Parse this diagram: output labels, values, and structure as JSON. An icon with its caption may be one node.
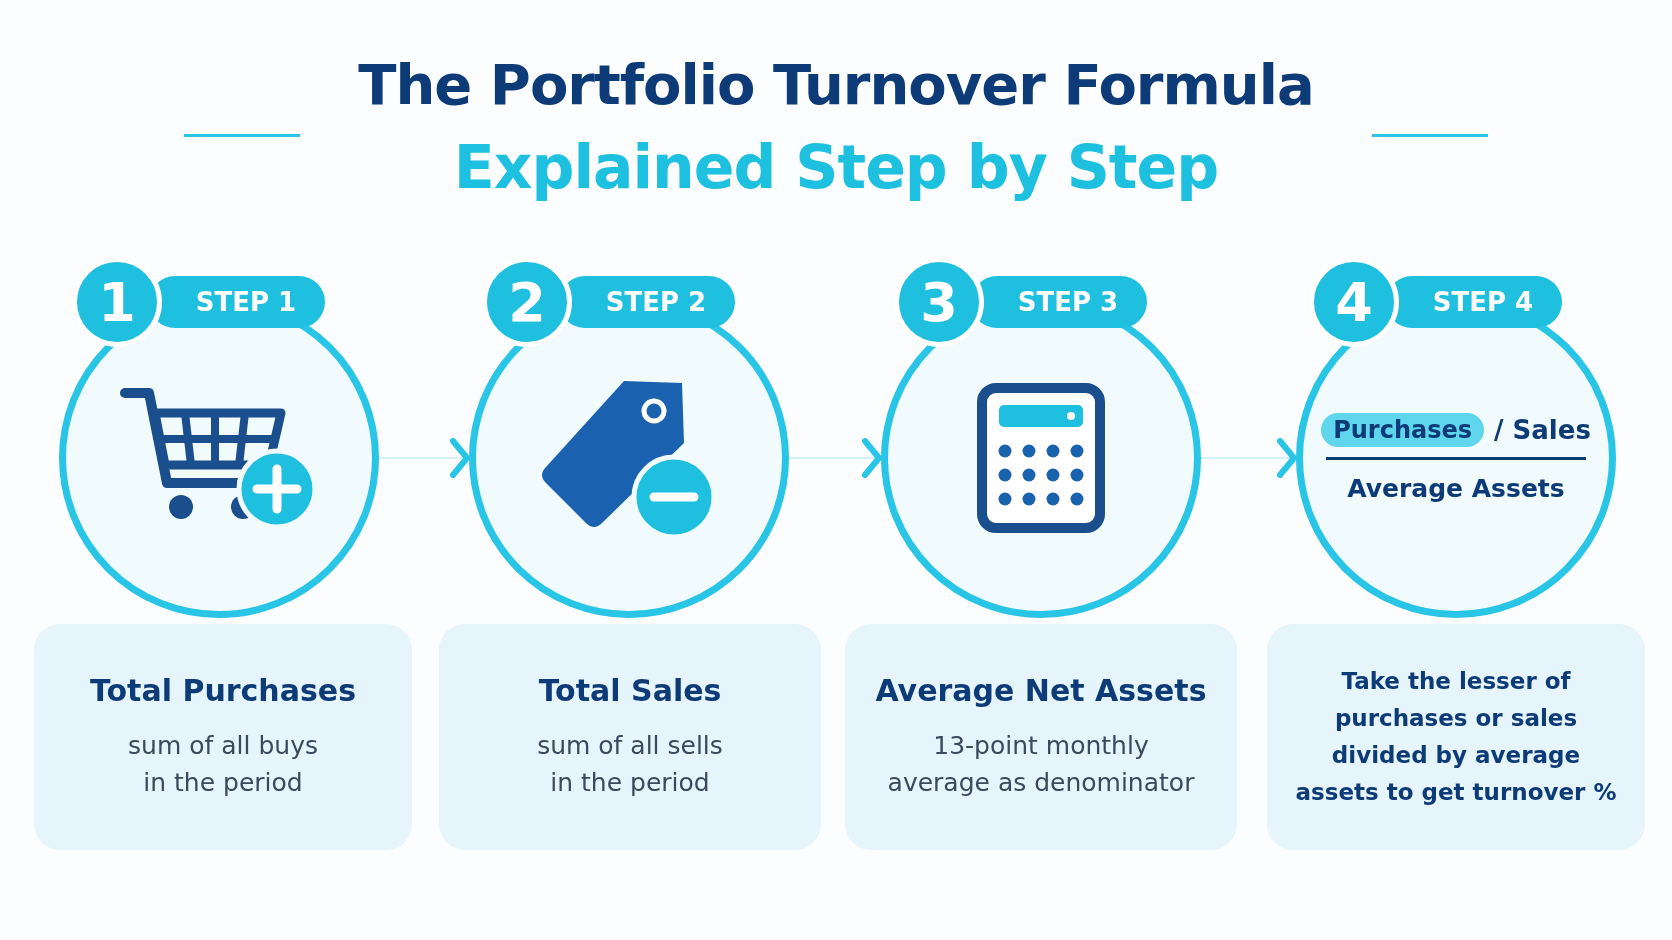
{
  "diagram": {
    "title": "The Portfolio Turnover Formula",
    "nodes": [
      {
        "text": [
          "1",
          "STEP 1"
        ]
      },
      {
        "text": [
          "Total Purchases",
          "sum of all buys in the period"
        ]
      },
      {
        "text": [
          "2",
          "STEP 2"
        ]
      },
      {
        "text": [
          "Total Sales",
          "sum of all sells in the period"
        ]
      },
      {
        "text": [
          "3",
          "STEP 3"
        ]
      },
      {
        "text": [
          "Average Net Assets",
          "13-point monthly average as denominator"
        ]
      },
      {
        "text": [
          "4",
          "STEP 4",
          "Purchases",
          "/ Sales",
          "Average Assets"
        ]
      },
      {
        "text": [
          "Take the lesser of purchases or sales divided by average assets to get turnover %"
        ]
      }
    ],
    "edges": [
      {
        "from": 0,
        "to": 2,
        "arrow": "to"
      },
      {
        "from": 2,
        "to": 4,
        "arrow": "to"
      },
      {
        "from": 4,
        "to": 6,
        "arrow": "to"
      }
    ],
    "labels": [
      "Explained Step by Step"
    ]
  }
}
